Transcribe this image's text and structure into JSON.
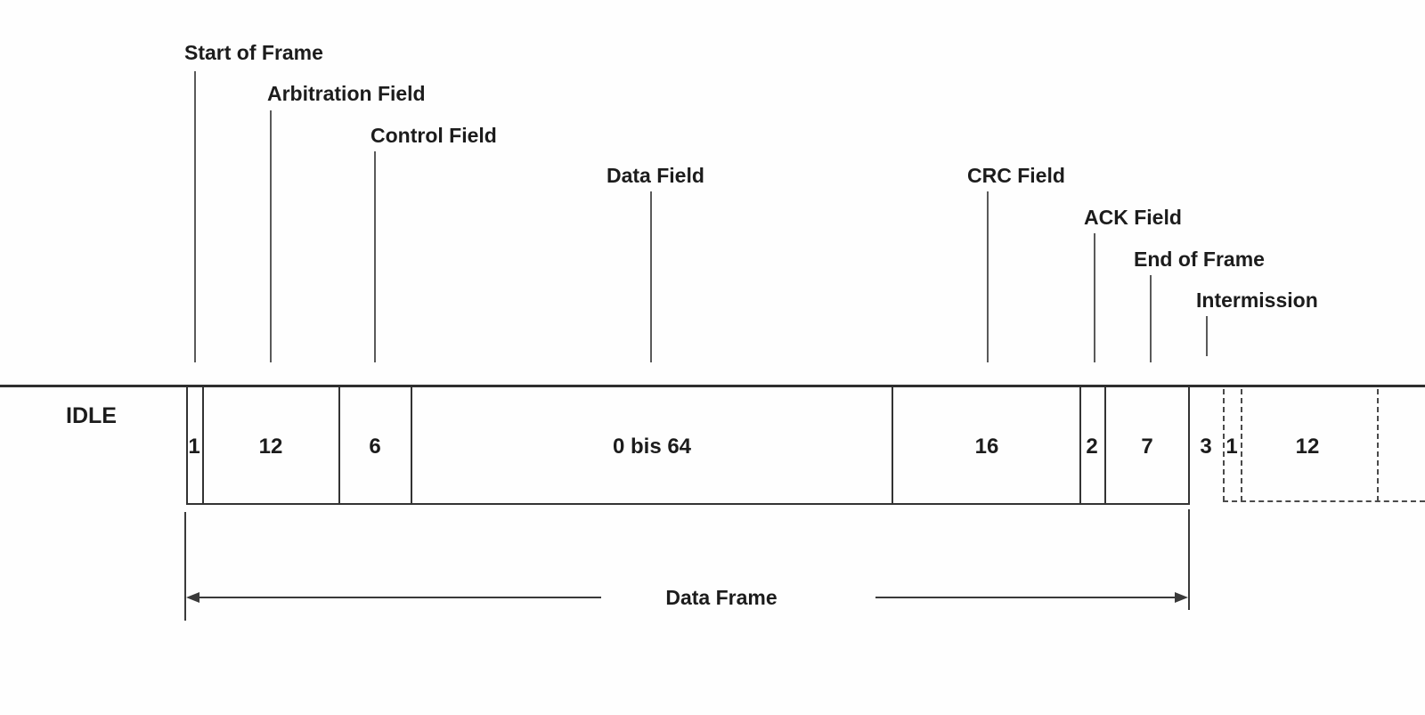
{
  "diagram": {
    "idle_label": "IDLE",
    "field_labels": {
      "sof": "Start of Frame",
      "arbitration": "Arbitration Field",
      "control": "Control Field",
      "data": "Data Field",
      "crc": "CRC Field",
      "ack": "ACK Field",
      "eof": "End of Frame",
      "intermission": "Intermission"
    },
    "bit_counts": {
      "sof": "1",
      "arbitration": "12",
      "control": "6",
      "data": "0 bis 64",
      "crc": "16",
      "ack": "2",
      "eof": "7",
      "intermission": "3",
      "next_sof": "1",
      "next_arbitration": "12"
    },
    "bracket_label": "Data Frame",
    "colors": {
      "line": "#333333",
      "leader": "#5a5a5a",
      "text": "#1c1c1c",
      "background": "#fefefe"
    }
  }
}
